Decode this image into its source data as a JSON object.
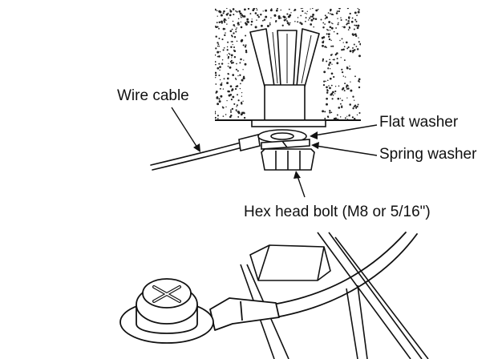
{
  "labels": {
    "wire_cable": "Wire cable",
    "flat_washer": "Flat washer",
    "spring_washer": "Spring washer",
    "hex_head_bolt": "Hex head bolt (M8 or 5/16\")"
  }
}
